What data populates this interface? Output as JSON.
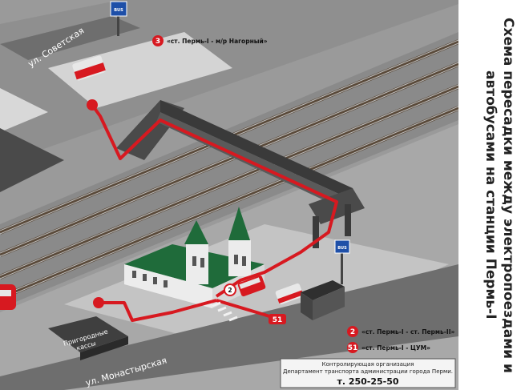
{
  "title": "Схема пересадки между электропоездами и автобусами на станции Пермь-I",
  "routes": {
    "r3": {
      "number": "3",
      "text": "«ст. Пермь-I - м/р Нагорный»"
    },
    "r2": {
      "number": "2",
      "text": "«ст. Пермь-I - ст. Пермь-II»"
    },
    "r51": {
      "number": "51",
      "text": "«ст. Пермь-I - ЦУМ»"
    }
  },
  "streets": {
    "sovetskaya": "ул. Советская",
    "monastyrskaya": "ул. Монастырская"
  },
  "kassa": {
    "line1": "Пригородные",
    "line2": "кассы"
  },
  "bus_stop_sign": "BUS",
  "org": {
    "line1": "Контролирующая организация",
    "line2": "Департамент транспорта администрации города Перми.",
    "phone": "т. 250-25-50"
  },
  "colors": {
    "route_red": "#d71920",
    "roof_green": "#1f6b3a",
    "ground": "#9a9a9a",
    "platform": "#c9c9c9",
    "sign_blue": "#1e4fa8"
  }
}
